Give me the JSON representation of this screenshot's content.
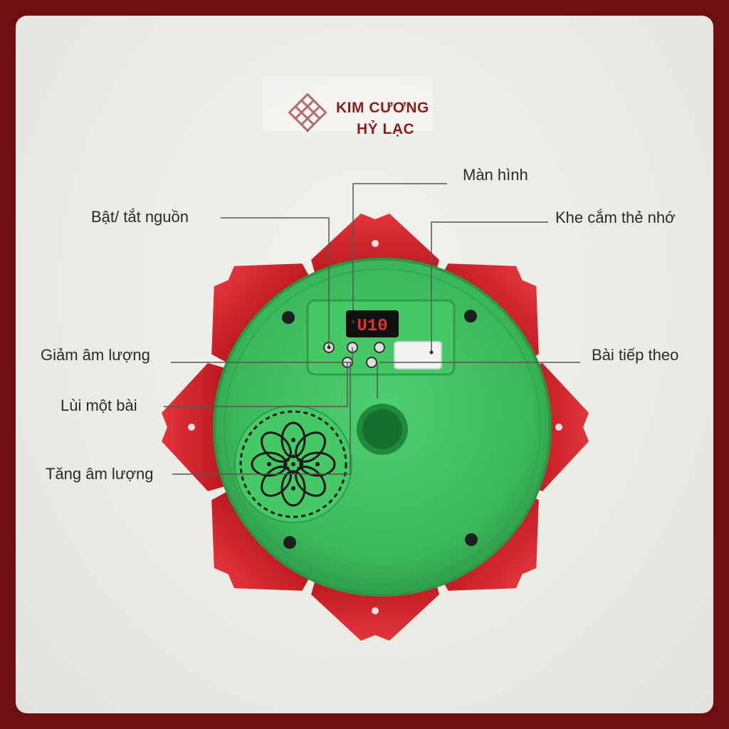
{
  "brand": {
    "line1": "KIM CƯƠNG",
    "line2": "HỶ LẠC",
    "logo_icon": "endless-knot-icon",
    "color": "#8b1f1f"
  },
  "device": {
    "display_readout": "U10",
    "body_color": "#3fbf60",
    "petal_color": "#d21f26"
  },
  "labels": {
    "power": "Bật/ tắt nguồn",
    "screen": "Màn hình",
    "memory_slot": "Khe cắm thẻ nhớ",
    "volume_down": "Giảm âm lượng",
    "next_track": "Bài tiếp theo",
    "previous_track": "Lùi một bài",
    "volume_up": "Tăng âm lượng"
  }
}
